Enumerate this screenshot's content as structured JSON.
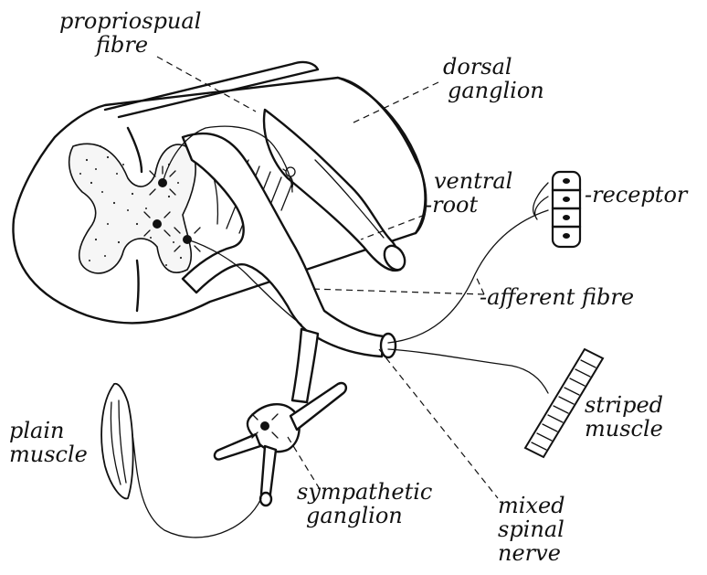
{
  "labels": {
    "propriospinal": [
      "propriospual",
      "fibre"
    ],
    "dorsal_ganglion": [
      "dorsal",
      "ganglion"
    ],
    "ventral_root": [
      "ventral",
      "-root"
    ],
    "receptor": "-receptor",
    "afferent_fibre": "-afferent fibre",
    "striped_muscle": [
      "striped",
      "muscle"
    ],
    "plain_muscle": [
      "plain",
      "muscle"
    ],
    "sympathetic_ganglion": [
      "sympathetic",
      "ganglion"
    ],
    "mixed_spinal_nerve": [
      "mixed",
      "spinal",
      "nerve"
    ]
  }
}
